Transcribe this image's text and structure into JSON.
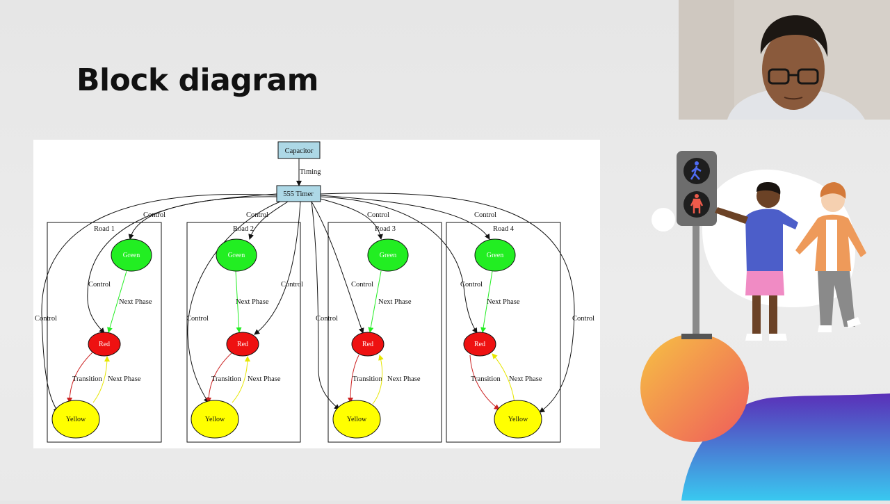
{
  "slide": {
    "title": "Block diagram"
  },
  "diagram": {
    "capacitor": "Capacitor",
    "timing": "Timing",
    "timer": "555 Timer",
    "control": "Control",
    "next_phase": "Next Phase",
    "transition": "Transition",
    "roads": [
      {
        "label": "Road 1",
        "green": "Green",
        "red": "Red",
        "yellow": "Yellow"
      },
      {
        "label": "Road 2",
        "green": "Green",
        "red": "Red",
        "yellow": "Yellow"
      },
      {
        "label": "Road 3",
        "green": "Green",
        "red": "Red",
        "yellow": "Yellow"
      },
      {
        "label": "Road 4",
        "green": "Green",
        "red": "Red",
        "yellow": "Yellow"
      }
    ],
    "colors": {
      "box_fill": "#add8e6",
      "green": "#22ee22",
      "red": "#ee1111",
      "yellow": "#ffff00"
    }
  },
  "webcam": {
    "icon": "presenter-webcam-icon"
  },
  "illustration": {
    "icon": "traffic-light-pedestrians-illustration"
  }
}
